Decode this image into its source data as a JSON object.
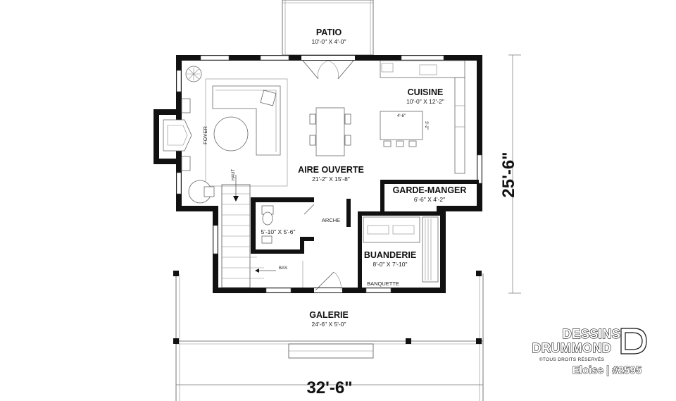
{
  "rooms": {
    "patio": {
      "name": "PATIO",
      "dims": "10'-0\" X 4'-0\""
    },
    "cuisine": {
      "name": "CUISINE",
      "dims": "10'-0\" X 12'-2\""
    },
    "aire_ouverte": {
      "name": "AIRE OUVERTE",
      "dims": "21'-2\" X 15'-8\""
    },
    "garde_manger": {
      "name": "GARDE-MANGER",
      "dims": "6'-6\" X 4'-2\""
    },
    "salle_eau": {
      "dims": "5'-10\" X 5'-6\""
    },
    "buanderie": {
      "name": "BUANDERIE",
      "dims": "8'-0\" X 7'-10\""
    },
    "galerie": {
      "name": "GALERIE",
      "dims": "24'-6\" X 5'-0\""
    }
  },
  "labels": {
    "foyer": "FOYER",
    "haut": "HAUT",
    "bas": "BAS",
    "arche": "ARCHE",
    "banquette": "BANQUETTE",
    "island_w": "4'-6\"",
    "island_d": "3'-2\""
  },
  "dimensions": {
    "overall_width": "32'-6\"",
    "overall_depth": "25'-6\""
  },
  "logo": {
    "line1": "DESSINS",
    "line2": "DRUMMOND",
    "rights": "©TOUS DROITS RÉSERVÉS"
  },
  "model": "Eloise | #2595"
}
